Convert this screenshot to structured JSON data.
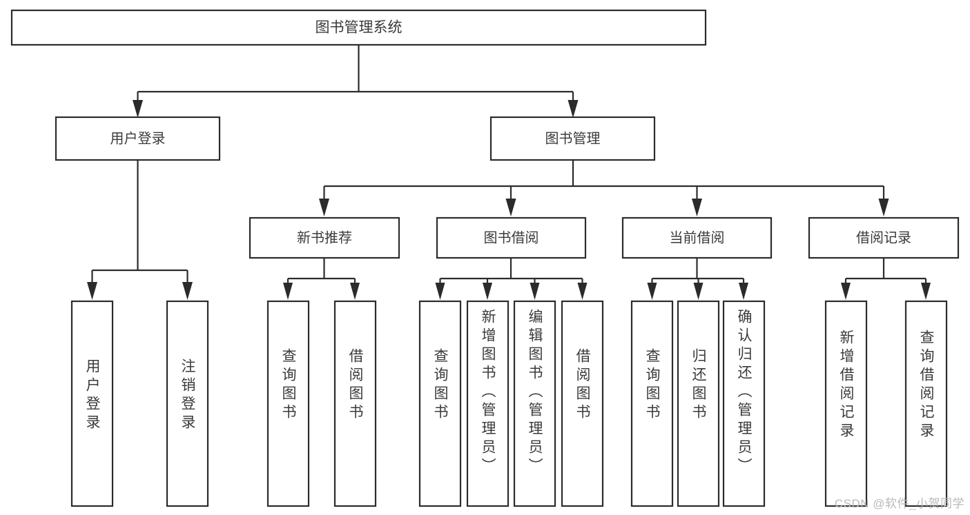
{
  "diagram": {
    "type": "tree-hierarchy",
    "title": "图书管理系统",
    "orientation": "top-down",
    "colors": {
      "box_stroke": "#2b2b2b",
      "box_fill": "#ffffff",
      "text": "#3a3a3a",
      "connector": "#2b2b2b",
      "watermark": "#b9b9b9",
      "background": "#ffffff"
    },
    "levels": {
      "root": {
        "label": "图书管理系统"
      },
      "level2": [
        {
          "label": "用户登录"
        },
        {
          "label": "图书管理"
        }
      ],
      "level3": [
        {
          "label": "新书推荐"
        },
        {
          "label": "图书借阅"
        },
        {
          "label": "当前借阅"
        },
        {
          "label": "借阅记录"
        }
      ],
      "leaves": [
        {
          "label": "用户登录",
          "parent": "用户登录"
        },
        {
          "label": "注销登录",
          "parent": "用户登录"
        },
        {
          "label": "查询图书",
          "parent": "新书推荐"
        },
        {
          "label": "借阅图书",
          "parent": "新书推荐"
        },
        {
          "label": "查询图书",
          "parent": "图书借阅"
        },
        {
          "label": "新增图书（管理员）",
          "parent": "图书借阅"
        },
        {
          "label": "编辑图书（管理员）",
          "parent": "图书借阅"
        },
        {
          "label": "借阅图书",
          "parent": "图书借阅"
        },
        {
          "label": "查询图书",
          "parent": "当前借阅"
        },
        {
          "label": "归还图书",
          "parent": "当前借阅"
        },
        {
          "label": "确认归还（管理员）",
          "parent": "当前借阅"
        },
        {
          "label": "新增借阅记录",
          "parent": "借阅记录"
        },
        {
          "label": "查询借阅记录",
          "parent": "借阅记录"
        }
      ]
    },
    "watermark": "CSDN @软件_小贺同学"
  }
}
